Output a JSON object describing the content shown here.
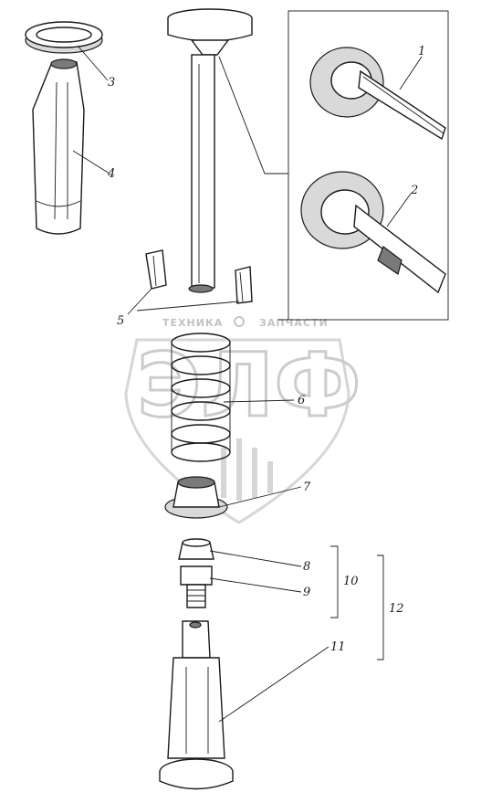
{
  "callouts": [
    {
      "id": "1",
      "text": "1"
    },
    {
      "id": "2",
      "text": "2"
    },
    {
      "id": "3",
      "text": "3"
    },
    {
      "id": "4",
      "text": "4"
    },
    {
      "id": "5",
      "text": "5"
    },
    {
      "id": "6",
      "text": "6"
    },
    {
      "id": "7",
      "text": "7"
    },
    {
      "id": "8",
      "text": "8"
    },
    {
      "id": "9",
      "text": "9"
    },
    {
      "id": "10",
      "text": "10"
    },
    {
      "id": "11",
      "text": "11"
    },
    {
      "id": "12",
      "text": "12"
    }
  ],
  "watermark": {
    "left_word": "ТЕХНИКА",
    "right_word": "ЗАПЧАСТИ",
    "logo_letters": "ЭЛФ"
  },
  "colors": {
    "ink": "#1a1a1a",
    "watermark": "#c4c4c4"
  }
}
